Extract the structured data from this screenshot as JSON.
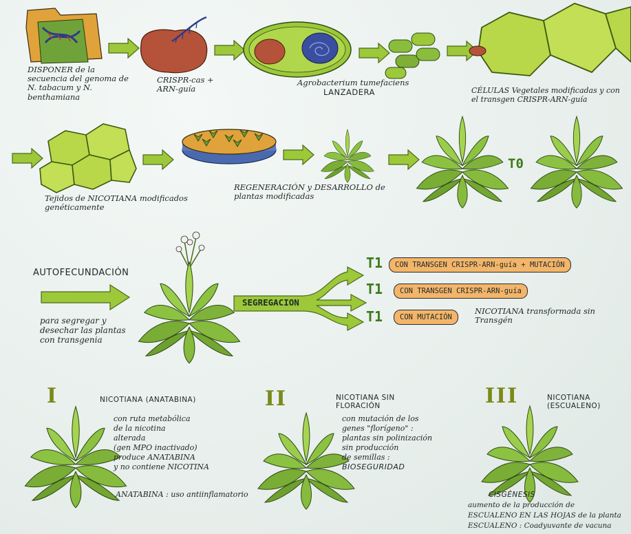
{
  "row1": {
    "genome_label": "DISPONER de la secuencia del genoma de N. tabacum y N. benthamiana",
    "crispr_label": "CRISPR-cas + ARN-guía",
    "agro_label_1": "Agrobacterium tumefaciens",
    "agro_label_2": "LANZADERA",
    "cells_label": "CÉLULAS Vegetales modificadas y con el transgen CRISPR-ARN-guía"
  },
  "row2": {
    "tissue_label": "Tejidos de NICOTIANA modificados genéticamente",
    "regen_label": "REGENERACIÓN y DESARROLLO de plantas modificadas",
    "t0_label": "T0"
  },
  "row3": {
    "autofec_title": "AUTOFECUNDACIÓN",
    "autofec_desc": "para segregar y desechar las plantas con transgenia",
    "segregation_label": "SEGREGACION",
    "outcomes": [
      {
        "gen": "T1",
        "label": "CON TRANSGEN CRISPR-ARN-guía + MUTACIÓN",
        "note": ""
      },
      {
        "gen": "T1",
        "label": "CON TRANSGEN CRISPR-ARN-guía",
        "note": ""
      },
      {
        "gen": "T1",
        "label": "CON MUTACIÓN",
        "note": "NICOTIANA transformada sin Transgén"
      }
    ]
  },
  "row4": {
    "I": {
      "numeral": "I",
      "title": "NICOTIANA (ANATABINA)",
      "lines": [
        "con ruta metabólica",
        "de la nicotina",
        "alterada",
        "(gen MPO inactivado)",
        "produce ANATABINA",
        "y no contiene NICOTINA"
      ],
      "footer": "ANATABINA : uso antiinflamatorio"
    },
    "II": {
      "numeral": "II",
      "title": "NICOTIANA SIN FLORACIÓN",
      "lines": [
        "con mutación de los",
        "genes \"florígeno\" :",
        "plantas sin polinización",
        "sin producción",
        "de semillas :",
        "BIOSEGURIDAD"
      ]
    },
    "III": {
      "numeral": "III",
      "title": "NICOTIANA (ESCUALENO)",
      "lines": [
        "CISGÉNESIS",
        "aumento de la producción de",
        "ESCUALENO EN LAS HOJAS de la planta",
        "ESCUALENO : Coadyuvante de vacuna"
      ]
    }
  },
  "colors": {
    "arrow": "#9cc83a",
    "pill": "#f3b56a",
    "leaf": "#7fb23a",
    "cell": "#b8d84a"
  }
}
